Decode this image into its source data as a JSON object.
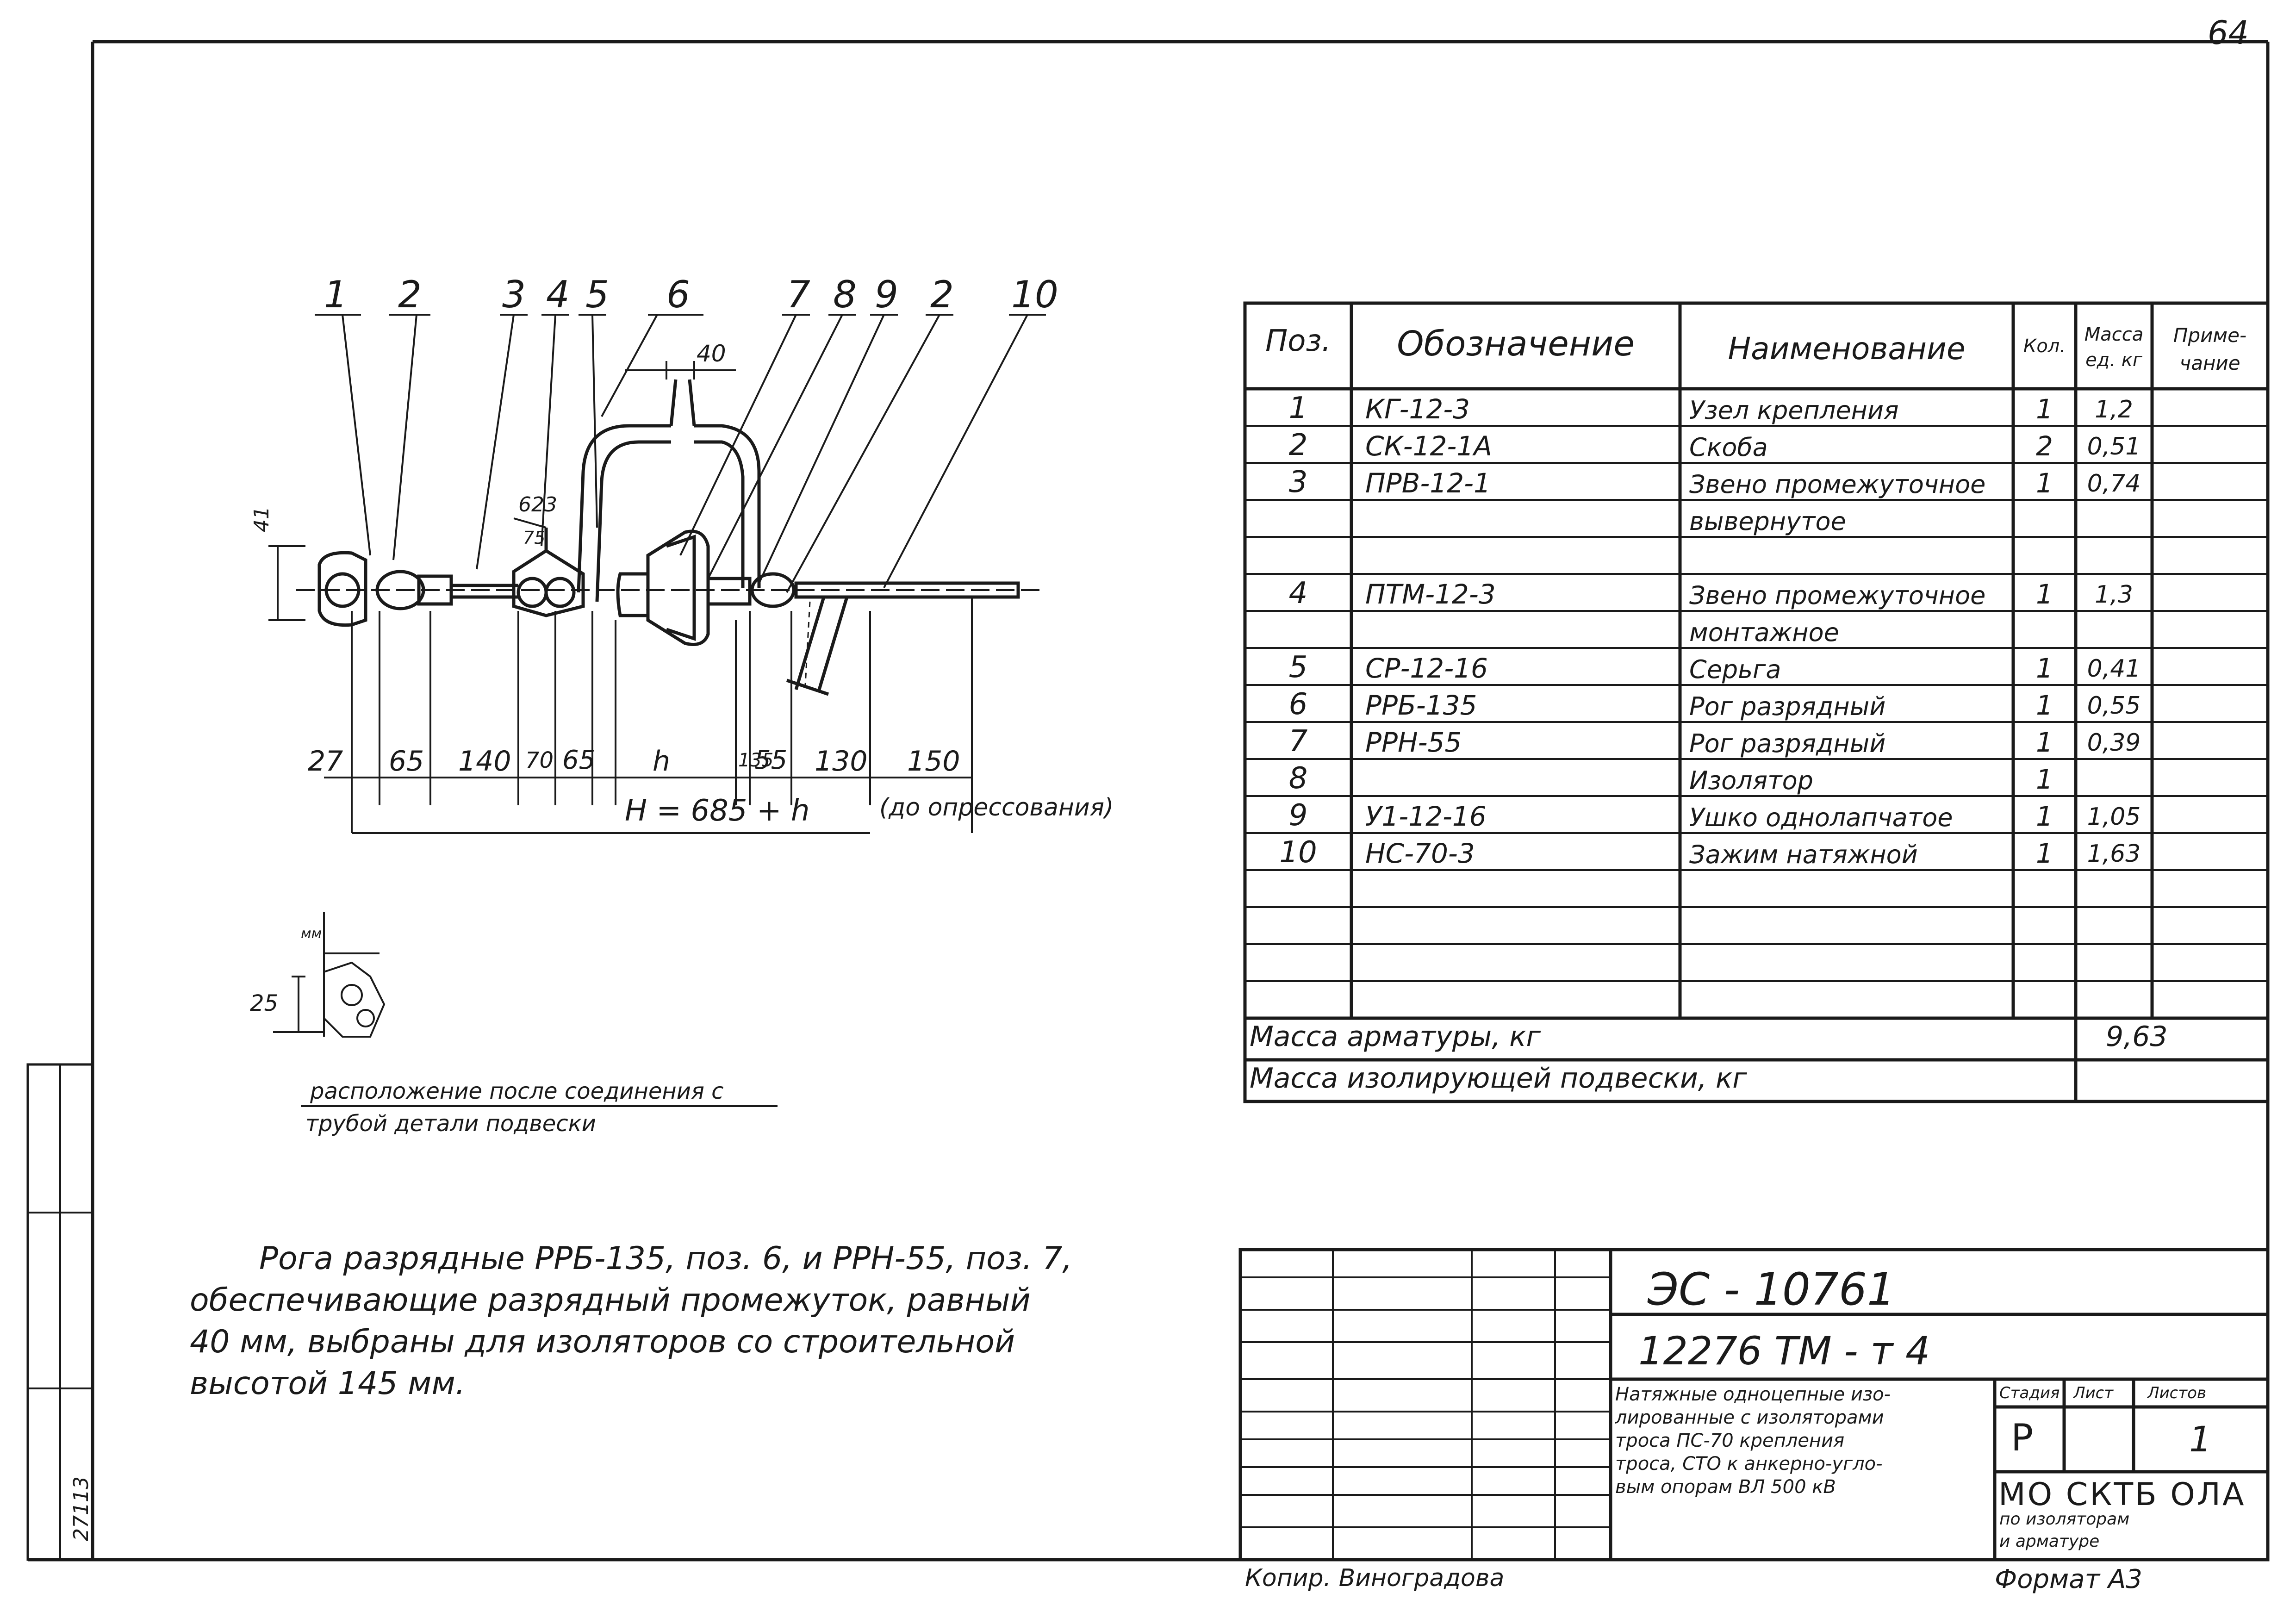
{
  "page_number": "64",
  "drawing": {
    "callouts": [
      "1",
      "2",
      "3",
      "4",
      "5",
      "6",
      "7",
      "8",
      "9",
      "2",
      "10"
    ],
    "dim_top": "40",
    "dim_angle": "623",
    "dim_left": "41",
    "dim_small_vertical": "75",
    "bottom_dims": [
      "27",
      "65",
      "140",
      "70",
      "65",
      "h",
      "135",
      "55",
      "130",
      "150"
    ],
    "total_dim": "H = 685 + h",
    "note_after_pressing": "(до опрессования)",
    "detail_dim_vertical": "25",
    "detail_dim_small": "мм",
    "detail_caption_line1": "расположение после соединения с",
    "detail_caption_line2": "трубой детали подвески"
  },
  "note": {
    "line1": "Рога разрядные РРБ-135, поз. 6, и РРН-55, поз. 7,",
    "line2": "обеспечивающие разрядный промежуток, равный",
    "line3": "40 мм, выбраны для изоляторов со строительной",
    "line4": "высотой 145 мм."
  },
  "spec_table": {
    "headers": {
      "pos": "Поз.",
      "designation": "Обозначение",
      "name": "Наименование",
      "qty": "Кол.",
      "mass_line1": "Масса",
      "mass_line2": "ед. кг",
      "note_line1": "Приме-",
      "note_line2": "чание"
    },
    "rows": [
      {
        "pos": "1",
        "designation": "КГ-12-3",
        "name": "Узел крепления",
        "qty": "1",
        "mass": "1,2"
      },
      {
        "pos": "2",
        "designation": "СК-12-1А",
        "name": "Скоба",
        "qty": "2",
        "mass": "0,51"
      },
      {
        "pos": "3",
        "designation": "ПРВ-12-1",
        "name": "Звено промежуточное",
        "qty": "1",
        "mass": "0,74"
      },
      {
        "pos": "",
        "designation": "",
        "name": "вывернутое",
        "qty": "",
        "mass": ""
      },
      {
        "pos": "4",
        "designation": "ПТМ-12-3",
        "name": "Звено промежуточное",
        "qty": "1",
        "mass": "1,3"
      },
      {
        "pos": "",
        "designation": "",
        "name": "монтажное",
        "qty": "",
        "mass": ""
      },
      {
        "pos": "5",
        "designation": "СР-12-16",
        "name": "Серьга",
        "qty": "1",
        "mass": "0,41"
      },
      {
        "pos": "6",
        "designation": "РРБ-135",
        "name": "Рог разрядный",
        "qty": "1",
        "mass": "0,55"
      },
      {
        "pos": "7",
        "designation": "РРН-55",
        "name": "Рог разрядный",
        "qty": "1",
        "mass": "0,39"
      },
      {
        "pos": "8",
        "designation": "",
        "name": "Изолятор",
        "qty": "1",
        "mass": ""
      },
      {
        "pos": "9",
        "designation": "У1-12-16",
        "name": "Ушко однолапчатое",
        "qty": "1",
        "mass": "1,05"
      },
      {
        "pos": "10",
        "designation": "НС-70-3",
        "name": "Зажим натяжной",
        "qty": "1",
        "mass": "1,63"
      }
    ],
    "total_fittings_label": "Масса арматуры, кг",
    "total_fittings_value": "9,63",
    "total_assembly_label": "Масса изолирующей подвески, кг",
    "total_assembly_value": ""
  },
  "title_block": {
    "code": "ЭС - 10761",
    "doc_number": "12276 ТМ - т 4",
    "description_line1": "Натяжные одноцепные изо-",
    "description_line2": "лированные с изоляторами",
    "description_line3": "троса ПС-70 крепления",
    "description_line4": "троса, СТО к анкерно-угло-",
    "description_line5": "вым опорам ВЛ 500 кВ",
    "stage_label": "Стадия",
    "stage_value": "Р",
    "sheet_label": "Лист",
    "sheets_label": "Листов",
    "sheets_value": "1",
    "org_line1": "МО СКТБ ОЛА",
    "org_line2": "по изоляторам",
    "org_line3": "и арматуре",
    "copied_by": "Копир. Виноградова",
    "format": "Формат А3",
    "side_stamp": "27113"
  }
}
